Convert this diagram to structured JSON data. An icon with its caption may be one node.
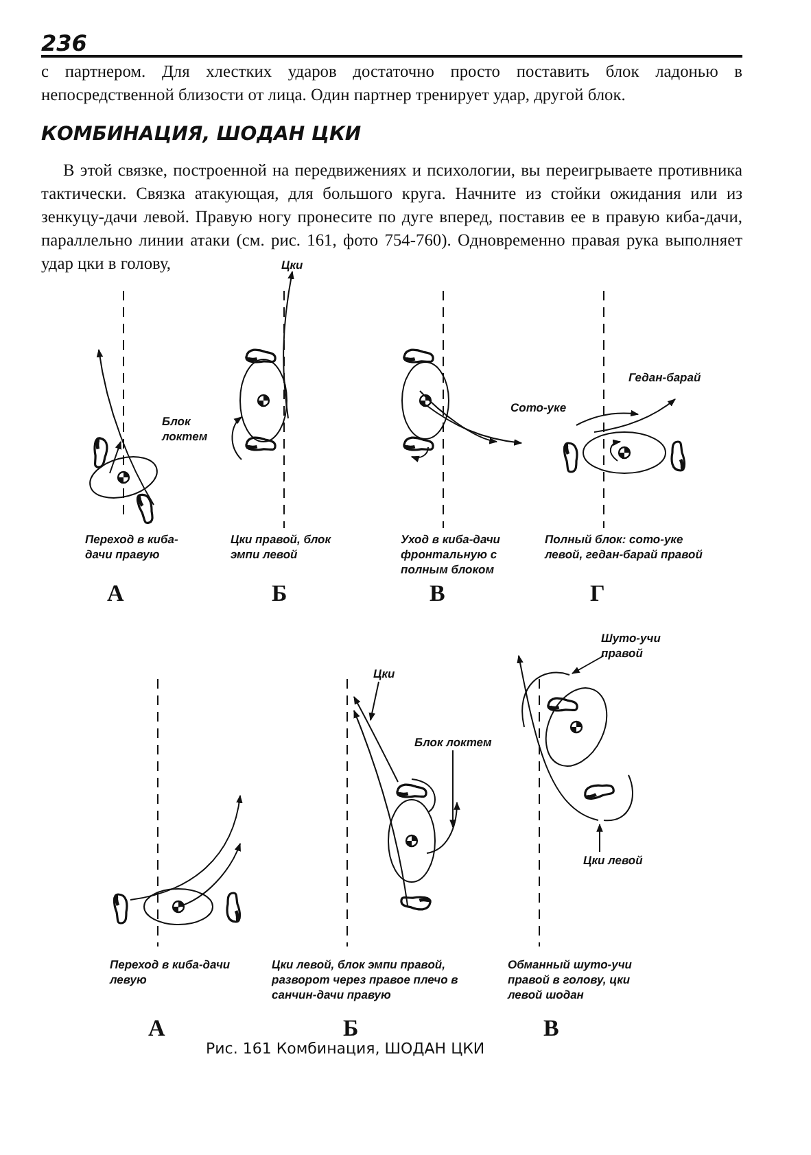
{
  "diagram": {
    "title": "КОМБИНАЦИЯ, ШОДАН ЦКИ",
    "caption": "Рис. 161 Комбинация, ШОДАН ЦКИ",
    "nodes": [
      {
        "text": [
          "Цки"
        ]
      },
      {
        "text": [
          "Блок локтем"
        ]
      },
      {
        "text": [
          "Шуто-учи правой"
        ]
      },
      {
        "text": [
          "Цки левой"
        ]
      }
    ],
    "edges": [
      {
        "from": 0,
        "to": null,
        "arrow": "to"
      },
      {
        "from": 1,
        "to": null,
        "arrow": "to"
      },
      {
        "from": 2,
        "to": null,
        "arrow": "to"
      },
      {
        "from": 3,
        "to": null,
        "arrow": "to"
      }
    ],
    "labels": [
      "236",
      "с партнером. Для хлестких ударов достаточно просто поставить блок ладонью в непосредственной близости от лица. Один партнер тренирует удар, другой блок.",
      "В этой связке, построенной на передвижениях и психологии, вы переигрываете противника тактически. Связка атакующая, для большого круга. Начните из стойки ожидания или из зенкуцу-дачи левой. Правую ногу пронесите по дуге вперед, поставив ее в правую киба-дачи, параллельно линии атаки (см. рис. 161, фото 754-760). Одновременно правая рука выполняет удар цки в голову,",
      "Цки",
      "Блок локтем",
      "Гедан-барай",
      "Сото-уке",
      "Переход в киба-дачи правую",
      "Цки правой, блок эмпи левой",
      "Уход в киба-дачи фронтальную с полным блоком",
      "Полный блок: сото-уке левой, гедан-барай правой",
      "А",
      "Б",
      "В",
      "Г",
      "Переход в киба-дачи левую",
      "Цки левой, блок эмпи правой, разворот через правое плечо в санчин-дачи правую",
      "Обманный шуто-учи правой в голову, цки левой шодан",
      "А",
      "Б",
      "В"
    ]
  }
}
